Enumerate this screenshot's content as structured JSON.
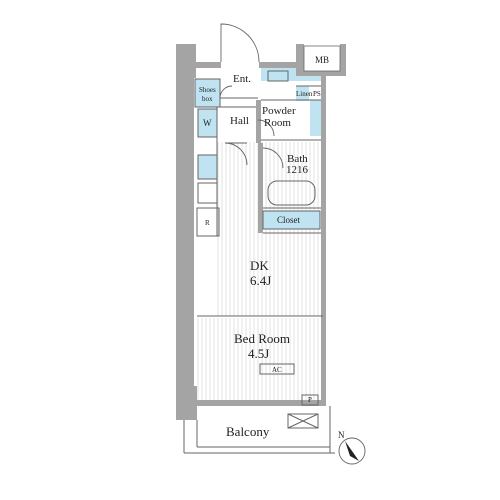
{
  "rooms": {
    "mb": "MB",
    "entrance": "Ent.",
    "shoes_box_line1": "Shoes",
    "shoes_box_line2": "box",
    "linen": "Linen",
    "ps": "PS",
    "powder_room_line1": "Powder",
    "powder_room_line2": "Room",
    "hall": "Hall",
    "washer": "W",
    "bath_line1": "Bath",
    "bath_line2": "1216",
    "closet": "Closet",
    "refrigerator": "R",
    "dk_name": "DK",
    "dk_size": "6.4J",
    "bedroom_name": "Bed Room",
    "bedroom_size": "4.5J",
    "ac": "AC",
    "p": "P",
    "balcony": "Balcony"
  },
  "compass": {
    "label": "N"
  },
  "colors": {
    "wall": "#a4a4a4",
    "storage": "#bfe3f0",
    "line": "#666666",
    "floor_line": "#c8c8c8"
  }
}
